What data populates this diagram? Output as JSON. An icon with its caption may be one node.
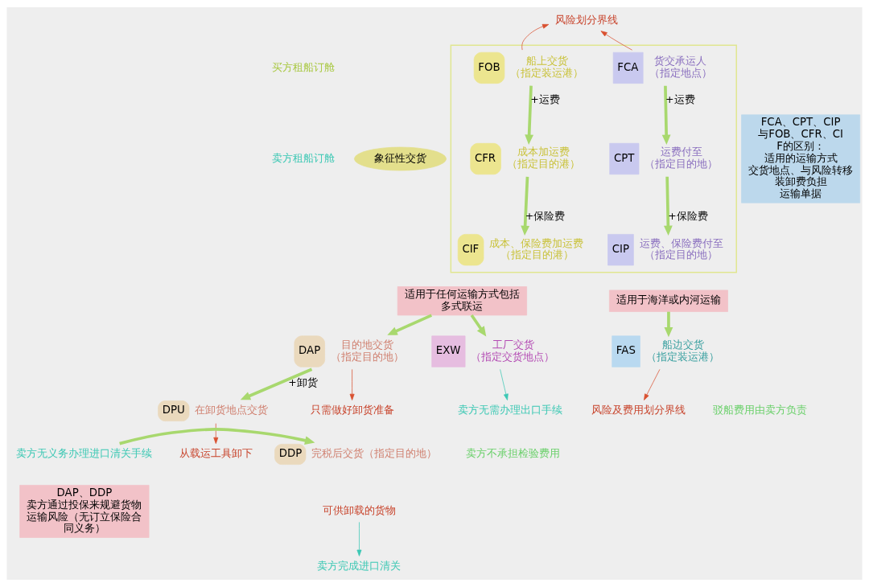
{
  "diagram": {
    "nodes": [
      {
        "text": [],
        "shape": "box"
      },
      {
        "text": [
          "FOB"
        ],
        "in": 0,
        "beside": [
          "船上交货",
          "（指定装运港）"
        ]
      },
      {
        "text": [
          "FCA"
        ],
        "in": 0,
        "beside": [
          "货交承运人",
          "（指定地点）"
        ]
      },
      {
        "text": [
          "CFR"
        ],
        "in": 0,
        "beside": [
          "成本加运费",
          "（指定目的港）"
        ]
      },
      {
        "text": [
          "CPT"
        ],
        "in": 0,
        "beside": [
          "运费付至",
          "（指定目的地）"
        ]
      },
      {
        "text": [
          "CIF"
        ],
        "in": 0,
        "beside": [
          "成本、保险费加运费",
          "（指定目的港）"
        ]
      },
      {
        "text": [
          "CIP"
        ],
        "in": 0,
        "beside": [
          "运费、保险费付至",
          "（指定目的地）"
        ]
      },
      {
        "text": [
          "风险划分界线"
        ]
      },
      {
        "text": [
          "象征性交货"
        ]
      },
      {
        "text": [
          "FCA、CPT、CIP与FOB、CFR、CIF的区别：",
          "适用的运输方式",
          "交货地点、与风险转移",
          "装卸费负担",
          "运输单据"
        ]
      },
      {
        "text": [
          "适用于海洋或内河运输"
        ]
      },
      {
        "text": [
          "适用于任何运输方式包括多式联运"
        ]
      },
      {
        "text": [
          "EXW"
        ],
        "beside": [
          "工厂交货",
          "（指定交货地点）"
        ]
      },
      {
        "text": [
          "FAS"
        ],
        "beside": [
          "船边交货",
          "（指定装运港）"
        ]
      },
      {
        "text": [
          "DAP"
        ],
        "beside": [
          "目的地交货",
          "（指定目的地）"
        ]
      },
      {
        "text": [
          "DPU"
        ],
        "beside": [
          "在卸货地点交货"
        ]
      },
      {
        "text": [
          "DDP"
        ],
        "beside": [
          "完税后交货（指定目的地）"
        ]
      },
      {
        "text": [
          "卖方无义务办理进口清关手续"
        ]
      },
      {
        "text": [
          "DAP、DDP",
          "卖方通过投保来规避货物运输风险（无订立保险合同义务）"
        ]
      },
      {
        "text": [
          "风险及费用划分界线"
        ]
      },
      {
        "text": [
          "只需做好卸货准备"
        ]
      },
      {
        "text": [
          "从载运工具卸下"
        ]
      },
      {
        "text": [
          "卖方无需办理出口手续"
        ]
      },
      {
        "text": [
          "可供卸载的货物"
        ]
      },
      {
        "text": [
          "卖方完成进口清关"
        ]
      }
    ],
    "edges": [
      {
        "from": 1,
        "to": 7,
        "arrow": "to",
        "color": "#d9502f"
      },
      {
        "from": 2,
        "to": 7,
        "arrow": "to",
        "color": "#d9502f"
      },
      {
        "from": 1,
        "to": 3,
        "arrow": "to",
        "label": "+运费",
        "color": "#a8d86e"
      },
      {
        "from": 3,
        "to": 5,
        "arrow": "to",
        "label": "+保险费",
        "color": "#a8d86e"
      },
      {
        "from": 2,
        "to": 4,
        "arrow": "to",
        "label": "+运费",
        "color": "#a8d86e"
      },
      {
        "from": 4,
        "to": 6,
        "arrow": "to",
        "label": "+保险费",
        "color": "#a8d86e"
      },
      {
        "from": 11,
        "to": 12,
        "arrow": "to",
        "color": "#a8d86e"
      },
      {
        "from": 12,
        "to": 22,
        "arrow": "to",
        "color": "#3cc8b4"
      },
      {
        "from": 10,
        "to": 13,
        "arrow": "to",
        "color": "#a8d86e"
      },
      {
        "from": 13,
        "to": 19,
        "arrow": "to",
        "color": "#d9502f"
      },
      {
        "from": 11,
        "to": 14,
        "arrow": "to",
        "color": "#a8d86e"
      },
      {
        "from": 14,
        "to": 20,
        "arrow": "to",
        "color": "#d9502f"
      },
      {
        "from": 14,
        "to": 15,
        "arrow": "to",
        "label": "+卸货",
        "color": "#a8d86e"
      },
      {
        "from": 15,
        "to": 21,
        "arrow": "to",
        "color": "#d9502f"
      },
      {
        "from": 17,
        "to": 16,
        "arrow": "to",
        "color": "#a8d86e"
      },
      {
        "from": 23,
        "to": 24,
        "arrow": "to",
        "color": "#3cc8b4"
      }
    ],
    "labels": [
      "买方租船订舱",
      "卖方租船订舱",
      "驳船费用由卖方负责",
      "卖方不承担检验费用"
    ]
  }
}
